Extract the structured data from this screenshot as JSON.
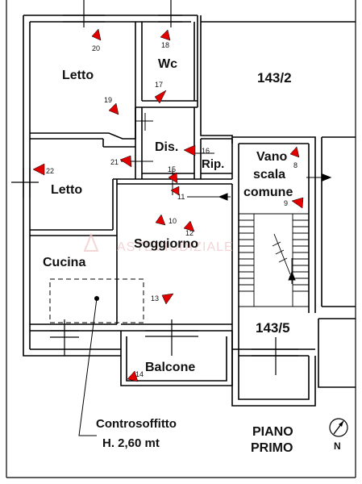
{
  "rooms": {
    "letto_top": "Letto",
    "wc": "Wc",
    "unit_143_2": "143/2",
    "dis": "Dis.",
    "rip": "Rip.",
    "vano_line1": "Vano",
    "vano_line2": "scala",
    "vano_line3": "comune",
    "letto_mid": "Letto",
    "soggiorno": "Soggiorno",
    "cucina": "Cucina",
    "unit_143_5": "143/5",
    "balcone": "Balcone"
  },
  "ceiling_note": {
    "line1": "Controsoffitto",
    "line2": "H. 2,60 mt"
  },
  "floor_label": {
    "line1": "PIANO",
    "line2": "PRIMO"
  },
  "north_label": "N",
  "watermark": "ASTEGIUDIZIALE",
  "photo_markers": [
    "20",
    "18",
    "17",
    "19",
    "16",
    "8",
    "22",
    "21",
    "15",
    "11",
    "9",
    "10",
    "12",
    "13",
    "14"
  ],
  "colors": {
    "marker": "#e00000",
    "wall": "#000000",
    "watermark": "#f0c8c8"
  },
  "icons": {
    "north": "north-arrow-icon",
    "marker": "camera-view-marker-icon"
  }
}
